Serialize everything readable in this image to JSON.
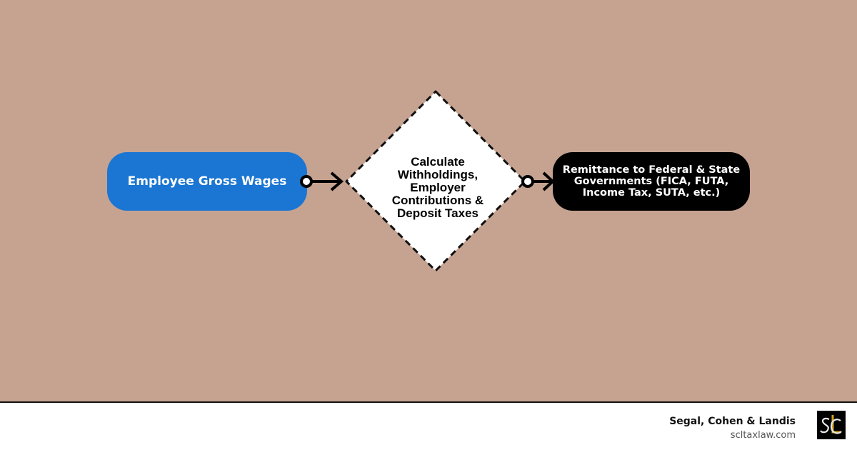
{
  "diagram": {
    "background_color": "#c6a391",
    "nodes": {
      "wages": {
        "label": "Employee Gross Wages",
        "color": "#1a76d2",
        "text_color": "#ffffff",
        "shape": "rounded-rectangle"
      },
      "calculate": {
        "label": "Calculate Withholdings, Employer Contributions & Deposit Taxes",
        "shape": "diamond",
        "fill": "#ffffff",
        "border": "dashed"
      },
      "remittance": {
        "label": "Remittance to Federal & State Governments (FICA, FUTA, Income Tax, SUTA, etc.)",
        "color": "#000000",
        "text_color": "#ffffff",
        "shape": "rounded-rectangle"
      }
    },
    "edges": [
      {
        "from": "wages",
        "to": "calculate",
        "style": "circle-start arrow-end"
      },
      {
        "from": "calculate",
        "to": "remittance",
        "style": "circle-start arrow-end"
      }
    ]
  },
  "footer": {
    "firm_name": "Segal, Cohen & Landis",
    "website": "scltaxlaw.com",
    "logo_icon": "scl-monogram-logo"
  }
}
